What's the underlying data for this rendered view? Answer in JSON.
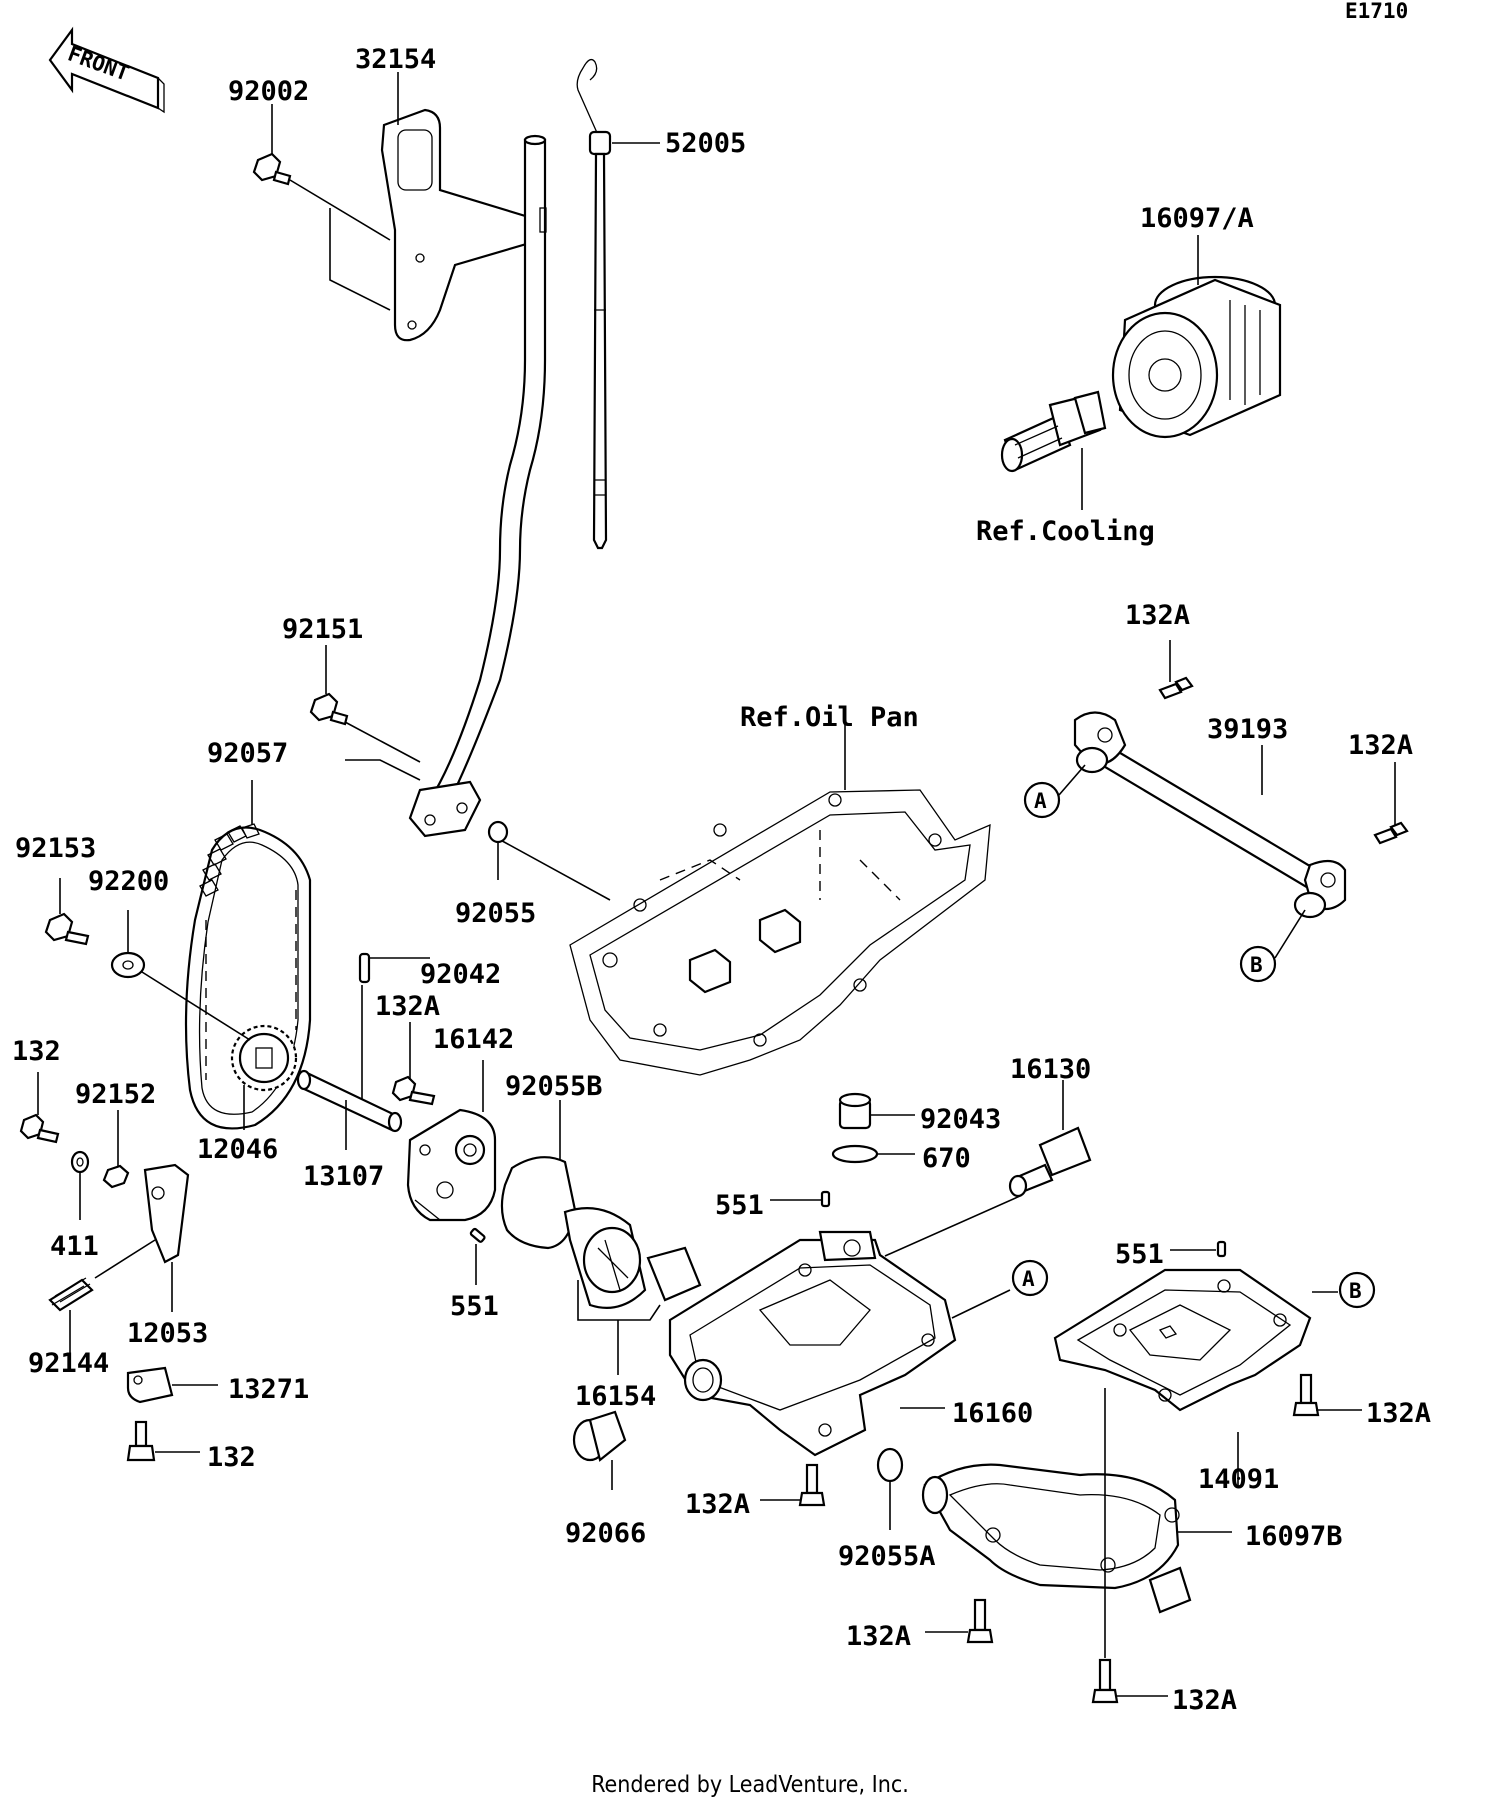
{
  "diagram_code": "E1710",
  "front_arrow_label": "FRONT",
  "ref_labels": [
    "Ref.Cooling",
    "Ref.Oil Pan"
  ],
  "callout_letters": [
    "A",
    "B"
  ],
  "footer": "Rendered by LeadVenture, Inc.",
  "parts": [
    {
      "id": "p_32154",
      "label": "32154"
    },
    {
      "id": "p_92002",
      "label": "92002"
    },
    {
      "id": "p_52005",
      "label": "52005"
    },
    {
      "id": "p_16097A",
      "label": "16097/A"
    },
    {
      "id": "p_92151",
      "label": "92151"
    },
    {
      "id": "p_132A_top",
      "label": "132A"
    },
    {
      "id": "p_39193",
      "label": "39193"
    },
    {
      "id": "p_132A_topr",
      "label": "132A"
    },
    {
      "id": "p_92057",
      "label": "92057"
    },
    {
      "id": "p_92153",
      "label": "92153"
    },
    {
      "id": "p_92200",
      "label": "92200"
    },
    {
      "id": "p_92055",
      "label": "92055"
    },
    {
      "id": "p_92042",
      "label": "92042"
    },
    {
      "id": "p_132A_pump",
      "label": "132A"
    },
    {
      "id": "p_16142",
      "label": "16142"
    },
    {
      "id": "p_132",
      "label": "132"
    },
    {
      "id": "p_92152",
      "label": "92152"
    },
    {
      "id": "p_12046",
      "label": "12046"
    },
    {
      "id": "p_92055B",
      "label": "92055B"
    },
    {
      "id": "p_16130",
      "label": "16130"
    },
    {
      "id": "p_13107",
      "label": "13107"
    },
    {
      "id": "p_92043",
      "label": "92043"
    },
    {
      "id": "p_670",
      "label": "670"
    },
    {
      "id": "p_411",
      "label": "411"
    },
    {
      "id": "p_551_top",
      "label": "551"
    },
    {
      "id": "p_551_pump",
      "label": "551"
    },
    {
      "id": "p_551_right",
      "label": "551"
    },
    {
      "id": "p_12053",
      "label": "12053"
    },
    {
      "id": "p_92144",
      "label": "92144"
    },
    {
      "id": "p_16154",
      "label": "16154"
    },
    {
      "id": "p_13271",
      "label": "13271"
    },
    {
      "id": "p_16160",
      "label": "16160"
    },
    {
      "id": "p_132A_right",
      "label": "132A"
    },
    {
      "id": "p_132_bot",
      "label": "132"
    },
    {
      "id": "p_14091",
      "label": "14091"
    },
    {
      "id": "p_92066",
      "label": "92066"
    },
    {
      "id": "p_132A_mid",
      "label": "132A"
    },
    {
      "id": "p_16097B",
      "label": "16097B"
    },
    {
      "id": "p_92055A",
      "label": "92055A"
    },
    {
      "id": "p_132A_low",
      "label": "132A"
    },
    {
      "id": "p_132A_bot",
      "label": "132A"
    }
  ]
}
